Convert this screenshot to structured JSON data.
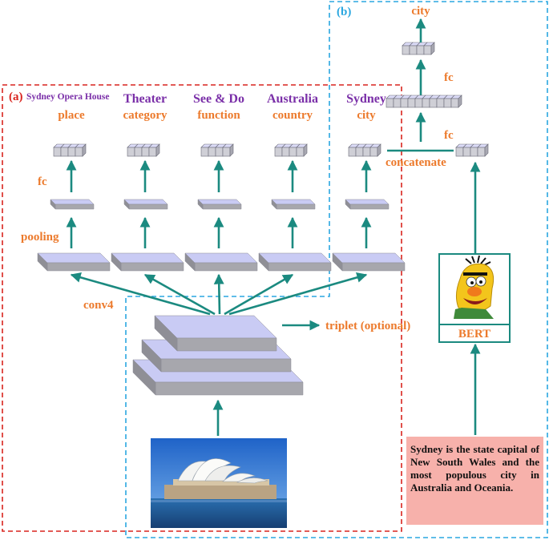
{
  "panel_labels": {
    "a": "(a)",
    "b": "(b)"
  },
  "landmark_name": "Sydney Opera House",
  "heads": [
    {
      "value": "Theater",
      "attribute": "category"
    },
    {
      "value": "See & Do",
      "attribute": "function"
    },
    {
      "value": "Australia",
      "attribute": "country"
    },
    {
      "value": "Sydney",
      "attribute": "city"
    }
  ],
  "place_label": "place",
  "layer_labels": {
    "fc": "fc",
    "pooling": "pooling",
    "conv4": "conv4",
    "triplet": "triplet (optional)"
  },
  "branch_b": {
    "output": "city",
    "fc_top": "fc",
    "fc_low": "fc",
    "concatenate": "concatenate",
    "encoder": "BERT"
  },
  "caption_text": "Sydney is the state capital of New South Wales and the most populous city in Australia and Oceania.",
  "colors": {
    "label": "#ec7a2c",
    "value": "#7a2fa8",
    "panel_a_border": "#d9241e",
    "panel_b_border": "#2aa7e0",
    "arrow": "#1b8a80",
    "block_top": "#c9cbf4",
    "block_side": "#a7a7ad",
    "caption_bg": "#f7b1ab"
  }
}
